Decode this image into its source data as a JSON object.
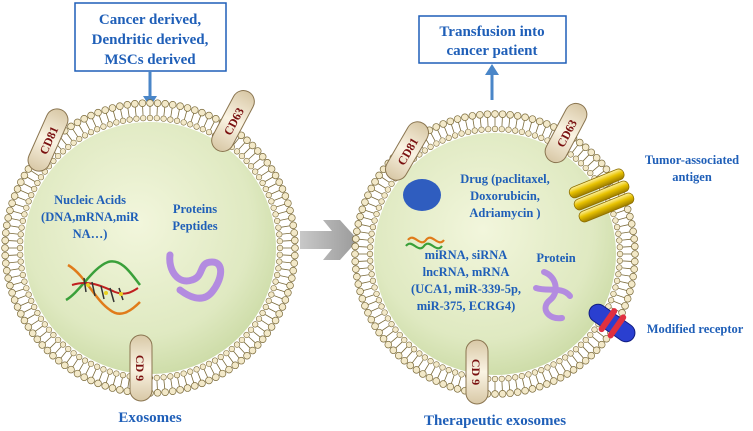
{
  "colors": {
    "text_blue": "#1f5fb8",
    "arrow_blue": "#4a86c8",
    "membrane_head": "#f3e9c9",
    "membrane_stroke": "#7a6a3a",
    "interior": "#dfe9c1",
    "marker": "#f4ead6",
    "marker_text": "#7a1010",
    "drug_blob": "#2f5dbf",
    "protein": "#b38be0",
    "antigen": "#e8c200",
    "receptor_body": "#2a3fd0",
    "receptor_band": "#e03040"
  },
  "left": {
    "source_box": [
      "Cancer derived,",
      "Dendritic derived,",
      "MSCs derived"
    ],
    "markers": {
      "cd81": "CD81",
      "cd63": "CD63",
      "cd9": "CD 9"
    },
    "nucleic_acids": [
      "Nucleic Acids",
      "(DNA,mRNA,miR",
      "NA…)"
    ],
    "proteins": [
      "Proteins",
      "Peptides"
    ],
    "caption": "Exosomes"
  },
  "right": {
    "transfusion_box": [
      "Transfusion into",
      "cancer patient"
    ],
    "markers": {
      "cd81": "CD81",
      "cd63": "CD63",
      "cd9": "CD 9"
    },
    "drug": [
      "Drug (paclitaxel,",
      "Doxorubicin,",
      "Adriamycin )"
    ],
    "rna": [
      "miRNA, siRNA",
      "lncRNA, mRNA",
      "(UCA1, miR-339-5p,",
      "miR-375, ECRG4)"
    ],
    "protein": "Protein",
    "antigen_label": [
      "Tumor-associated",
      "antigen"
    ],
    "receptor_label": "Modified receptor",
    "caption": "Therapeutic exosomes"
  },
  "icons": {
    "dna": "dna-helix-icon",
    "rna": "rna-strand-icon",
    "protein": "protein-ribbon-icon",
    "transition": "chevron-right-arrow-icon",
    "antigen": "gold-cylinder-antigen-icon",
    "receptor": "receptor-icon"
  }
}
